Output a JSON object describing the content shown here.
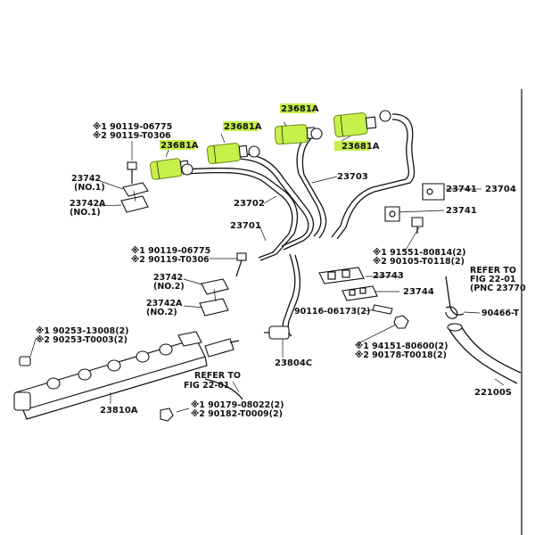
{
  "labels": {
    "p23681a_1": "23681A",
    "p23681a_2": "23681A",
    "p23681a_3": "23681A",
    "p23681a_4": "23681A",
    "p23703": "23703",
    "p23702": "23702",
    "p23701": "23701",
    "p23741_1": "23741",
    "p23741_2": "23741",
    "p23704": "23704",
    "p23742_1": "23742",
    "p23742_1_no": "(NO.1)",
    "p23742a_1": "23742A",
    "p23742a_1_no": "(NO.1)",
    "p23742_2": "23742",
    "p23742_2_no": "(NO.2)",
    "p23742a_2": "23742A",
    "p23742a_2_no": "(NO.2)",
    "p23743": "23743",
    "p23744": "23744",
    "p23804c": "23804C",
    "p23810a": "23810A",
    "p22100s": "22100S",
    "bolt1_l1": "※1  90119-06775",
    "bolt1_l2": "※2  90119-T0306",
    "bolt2_l1": "※1  90119-06775",
    "bolt2_l2": "※2  90119-T0306",
    "bolt3_l1": "※1  91551-80814(2)",
    "bolt3_l2": "※2  90105-T0118(2)",
    "plug_l1": "※1  90253-13008(2)",
    "plug_l2": "※2  90253-T0003(2)",
    "p90116": "90116-06173(2)",
    "nut1_l1": "※1  94151-80600(2)",
    "nut1_l2": "※2  90178-T0018(2)",
    "gasket_l1": "※1  90179-08022(2)",
    "gasket_l2": "※2  90182-T0009(2)",
    "ref1_l1": "REFER TO",
    "ref1_l2": "FIG 22-01",
    "ref2_l1": "REFER TO",
    "ref2_l2": "FIG 22-01",
    "ref2_l3": "(PNC 23770",
    "p90466": "90466-T"
  },
  "colors": {
    "highlight": "#c6f04a",
    "ink": "#111111"
  }
}
